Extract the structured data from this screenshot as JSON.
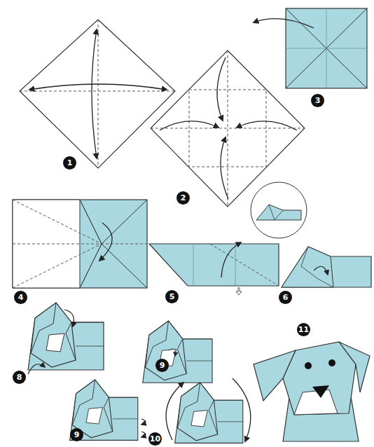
{
  "diagram": {
    "labels": [
      "1",
      "2",
      "3",
      "4",
      "5",
      "6",
      "8",
      "9",
      "9",
      "10",
      "11"
    ]
  }
}
